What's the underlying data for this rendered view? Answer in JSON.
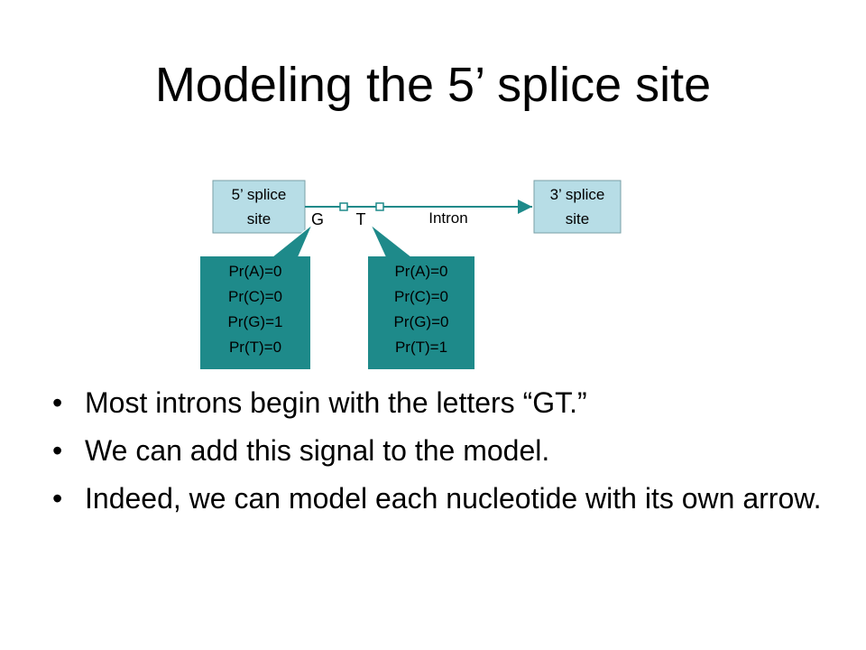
{
  "slide": {
    "title": "Modeling the 5’ splice site"
  },
  "diagram": {
    "box_fill": "#b7dde6",
    "emission_fill": "#1e8a8a",
    "arrow_color": "#1e8a8a",
    "five_prime_box": {
      "line1": "5’ splice",
      "line2": "site"
    },
    "three_prime_box": {
      "line1": "3’ splice",
      "line2": "site"
    },
    "nucleotide_g": "G",
    "nucleotide_t": "T",
    "intron_label": "Intron",
    "emission_g": {
      "lines": [
        "Pr(A)=0",
        "Pr(C)=0",
        "Pr(G)=1",
        "Pr(T)=0"
      ]
    },
    "emission_t": {
      "lines": [
        "Pr(A)=0",
        "Pr(C)=0",
        "Pr(G)=0",
        "Pr(T)=1"
      ]
    }
  },
  "bullets": [
    "Most introns begin with the letters “GT.”",
    "We can add this signal to the model.",
    "Indeed, we can model each nucleotide with its own arrow."
  ],
  "bullet_symbol": "•"
}
